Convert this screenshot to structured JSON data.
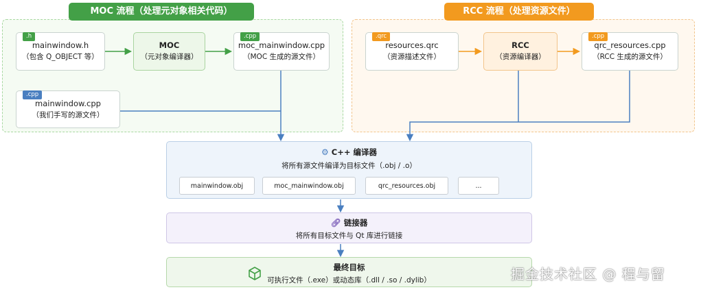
{
  "moc": {
    "title": "MOC 流程（处理元对象相关代码）",
    "header_file": {
      "tag": ".h",
      "name": "mainwindow.h",
      "desc": "（包含 Q_OBJECT 等）"
    },
    "moc_tool": {
      "name": "MOC",
      "desc": "（元对象编译器）"
    },
    "moc_output": {
      "tag": ".cpp",
      "name": "moc_mainwindow.cpp",
      "desc": "（MOC 生成的源文件）"
    },
    "source_file": {
      "tag": ".cpp",
      "name": "mainwindow.cpp",
      "desc": "（我们手写的源文件）"
    }
  },
  "rcc": {
    "title": "RCC 流程（处理资源文件）",
    "resource_file": {
      "tag": ".qrc",
      "name": "resources.qrc",
      "desc": "（资源描述文件）"
    },
    "rcc_tool": {
      "name": "RCC",
      "desc": "（资源编译器）"
    },
    "rcc_output": {
      "tag": ".cpp",
      "name": "qrc_resources.cpp",
      "desc": "（RCC 生成的源文件）"
    }
  },
  "compiler": {
    "title": "C++ 编译器",
    "desc": "将所有源文件编译为目标文件（.obj / .o）",
    "objects": [
      "mainwindow.obj",
      "moc_mainwindow.obj",
      "qrc_resources.obj",
      "..."
    ]
  },
  "linker": {
    "title": "链接器",
    "desc": "将所有目标文件与 Qt 库进行链接"
  },
  "final": {
    "title": "最终目标",
    "desc": "可执行文件（.exe）或动态库（.dll / .so / .dylib）"
  },
  "watermark": "掘金技术社区 @ 程与留",
  "colors": {
    "moc_accent": "#43a047",
    "rcc_accent": "#f29a1f",
    "arrow_blue": "#4a7fc0"
  }
}
